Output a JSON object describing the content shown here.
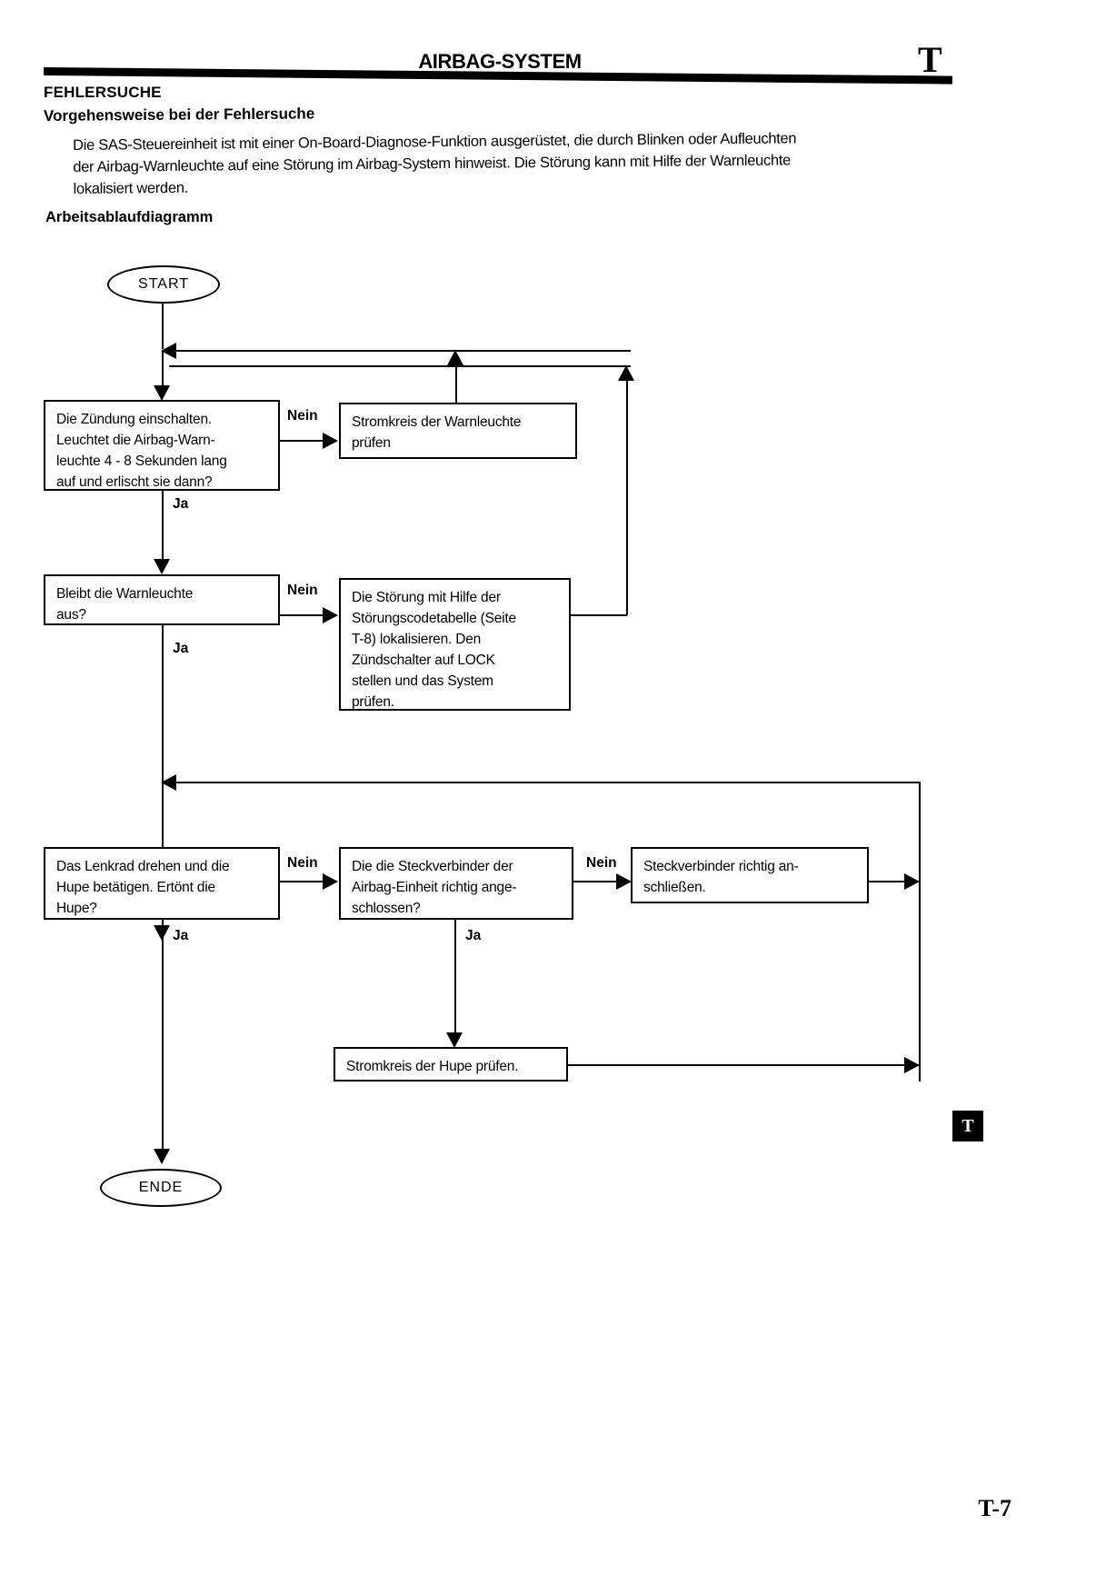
{
  "page": {
    "header_title": "AIRBAG-SYSTEM",
    "header_tab_letter": "T",
    "side_tab_letter": "T",
    "page_number": "T-7"
  },
  "sections": {
    "heading_1": "FEHLERSUCHE",
    "heading_2": "Vorgehensweise bei der Fehlersuche",
    "paragraph_lines": [
      "Die SAS-Steuereinheit ist mit einer On-Board-Diagnose-Funktion ausgerüstet, die durch Blinken oder Aufleuchten",
      "der Airbag-Warnleuchte auf eine Störung im Airbag-System hinweist. Die Störung kann mit Hilfe der Warnleuchte",
      "lokalisiert werden."
    ],
    "heading_3": "Arbeitsablaufdiagramm"
  },
  "flowchart": {
    "start_label": "START",
    "end_label": "ENDE",
    "yes_label": "Ja",
    "no_label": "Nein",
    "nodes": {
      "q1_lines": [
        "Die Zündung einschalten.",
        "Leuchtet die Airbag-Warn-",
        "leuchte 4 - 8 Sekunden lang",
        "auf und erlischt sie dann?"
      ],
      "a1_lines": [
        "Stromkreis der Warnleuchte",
        "prüfen"
      ],
      "q2_lines": [
        "Bleibt die Warnleuchte",
        "aus?"
      ],
      "a2_lines": [
        "Die Störung mit Hilfe der",
        "Störungscodetabelle (Seite",
        "T-8) lokalisieren. Den",
        "Zündschalter auf LOCK",
        "stellen und das System",
        "prüfen."
      ],
      "q3_lines": [
        "Das Lenkrad drehen und die",
        "Hupe betätigen. Ertönt die",
        "Hupe?"
      ],
      "q4_lines": [
        "Die die Steckverbinder der",
        "Airbag-Einheit richtig ange-",
        "schlossen?"
      ],
      "a4_lines": [
        "Steckverbinder richtig an-",
        "schließen."
      ],
      "a5_lines": [
        "Stromkreis der Hupe prüfen."
      ]
    },
    "edge_labels": {
      "q1_no": "Nein",
      "q1_yes": "Ja",
      "q2_no": "Nein",
      "q2_yes": "Ja",
      "q3_no": "Nein",
      "q3_yes": "Ja",
      "q4_no": "Nein",
      "q4_yes": "Ja"
    }
  }
}
